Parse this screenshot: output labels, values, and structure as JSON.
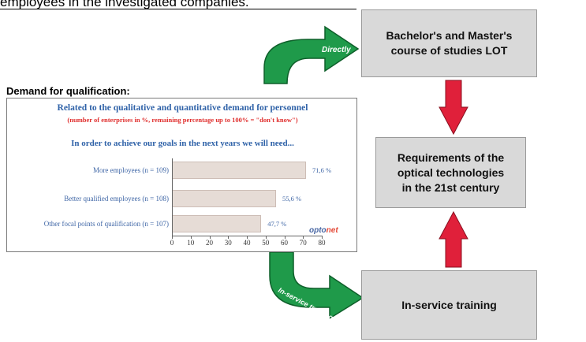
{
  "top_text": "employees in the investigated companies.",
  "demand_heading": "Demand for qualification:",
  "chart_data": {
    "type": "bar",
    "orientation": "horizontal",
    "title": "Related to the qualitative and quantitative demand for personnel",
    "subtitle": "(number of enterprises in %, remaining percentage up to 100% = \"don't know\")",
    "lead": "In order to achieve our goals in the next years we will need...",
    "categories": [
      "More employees (n = 109)",
      "Better qualified employees (n = 108)",
      "Other focal points of qualification (n = 107)"
    ],
    "values": [
      71.6,
      55.6,
      47.7
    ],
    "value_labels": [
      "71,6 %",
      "55,6 %",
      "47,7 %"
    ],
    "xlim": [
      0,
      80
    ],
    "xticks": [
      "0",
      "10",
      "20",
      "30",
      "40",
      "50",
      "60",
      "70",
      "80"
    ],
    "grid": false,
    "bar_color": "#e6dcd6"
  },
  "logo": {
    "part1": "opto",
    "part2": "net"
  },
  "arrows": {
    "directly_label": "Directly",
    "inservice_label": "In-service training"
  },
  "boxes": {
    "bachelor": "Bachelor's and Master's\ncourse of studies LOT",
    "requirements": "Requirements of the\noptical technologies\nin the 21st century",
    "inservice": "In-service training"
  },
  "colors": {
    "green_arrow": "#1f9a4a",
    "red_arrow": "#e0203a",
    "box_fill": "#d9d9d9"
  }
}
